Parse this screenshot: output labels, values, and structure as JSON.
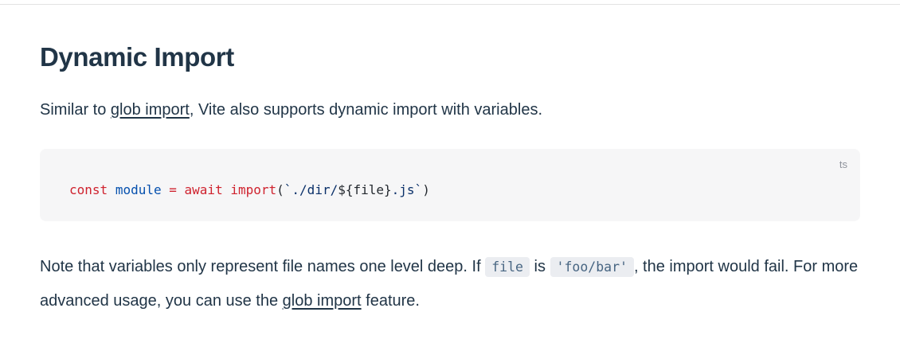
{
  "theme": {
    "text-color": "#213547",
    "link-color": "#213547",
    "divider-color": "#e2e2e3",
    "code-block-bg": "#f6f6f7",
    "lang-label-color": "#8f939c",
    "inline-code-bg": "#ebedf1",
    "inline-code-color": "#476582",
    "tok-keyword": "#cf222e",
    "tok-ident": "#0550ae",
    "tok-string": "#0a3069",
    "tok-plain": "#24292f"
  },
  "heading": {
    "title": "Dynamic Import"
  },
  "intro": {
    "before_link": "Similar to ",
    "link_text": "glob import",
    "after_link": ", Vite also supports dynamic import with variables."
  },
  "code_block": {
    "language_label": "ts",
    "tokens": [
      {
        "text": "const"
      },
      {
        "text": " "
      },
      {
        "text": "module"
      },
      {
        "text": " "
      },
      {
        "text": "="
      },
      {
        "text": " "
      },
      {
        "text": "await"
      },
      {
        "text": " "
      },
      {
        "text": "import"
      },
      {
        "text": "("
      },
      {
        "text": "`./dir/"
      },
      {
        "text": "${file}"
      },
      {
        "text": ".js`"
      },
      {
        "text": ")"
      }
    ]
  },
  "note": {
    "part1": "Note that variables only represent file names one level deep. If ",
    "code1": "file",
    "part2": " is ",
    "code2": "'foo/bar'",
    "part3": ", the import would fail. For more advanced usage, you can use the ",
    "link_text": "glob import",
    "part4": " feature."
  }
}
